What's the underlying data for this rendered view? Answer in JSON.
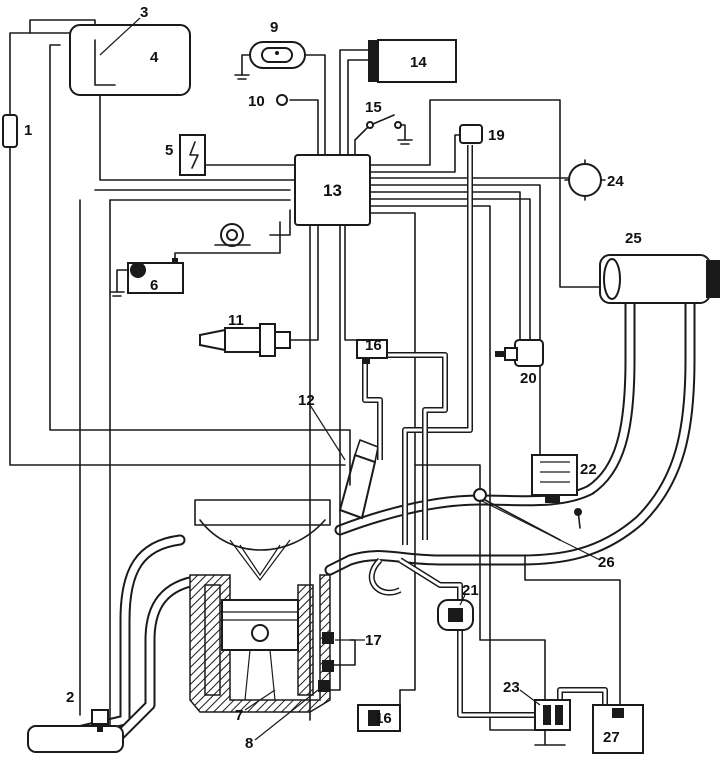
{
  "diagram": {
    "callouts": [
      {
        "id": "1",
        "text": "1"
      },
      {
        "id": "2",
        "text": "2"
      },
      {
        "id": "3",
        "text": "3"
      },
      {
        "id": "4",
        "text": "4"
      },
      {
        "id": "5",
        "text": "5"
      },
      {
        "id": "6",
        "text": "6"
      },
      {
        "id": "7",
        "text": "7"
      },
      {
        "id": "8",
        "text": "8"
      },
      {
        "id": "9",
        "text": "9"
      },
      {
        "id": "10",
        "text": "10"
      },
      {
        "id": "11",
        "text": "11"
      },
      {
        "id": "12",
        "text": "12"
      },
      {
        "id": "13",
        "text": "13"
      },
      {
        "id": "14",
        "text": "14"
      },
      {
        "id": "15",
        "text": "15"
      },
      {
        "id": "16a",
        "text": "16"
      },
      {
        "id": "16b",
        "text": "16"
      },
      {
        "id": "17",
        "text": "17"
      },
      {
        "id": "19",
        "text": "19"
      },
      {
        "id": "20",
        "text": "20"
      },
      {
        "id": "21",
        "text": "21"
      },
      {
        "id": "22",
        "text": "22"
      },
      {
        "id": "23",
        "text": "23"
      },
      {
        "id": "24",
        "text": "24"
      },
      {
        "id": "25",
        "text": "25"
      },
      {
        "id": "26",
        "text": "26"
      },
      {
        "id": "27",
        "text": "27"
      }
    ],
    "colors": {
      "ink": "#1a1a1a",
      "paper": "#ffffff"
    }
  }
}
